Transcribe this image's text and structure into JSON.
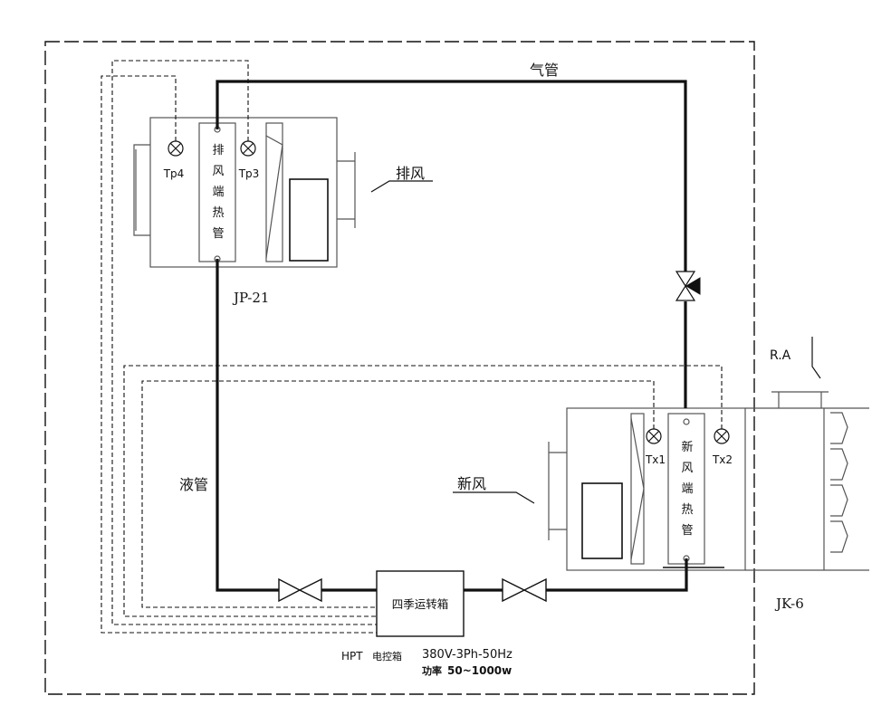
{
  "labels": {
    "gas_pipe": "气管",
    "liquid_pipe": "液管",
    "exhaust_air": "排风",
    "fresh_air": "新风",
    "return_air": "R.A",
    "unit_jp": "JP-21",
    "unit_jk": "JK-6",
    "exhaust_heat_pipe": [
      "排",
      "风",
      "端",
      "热",
      "管"
    ],
    "fresh_heat_pipe": [
      "新",
      "风",
      "端",
      "热",
      "管"
    ],
    "control_box": "四季运转箱",
    "hpt": "HPT",
    "control_box_caption": "电控箱",
    "power_spec": "380V-3Ph-50Hz",
    "power_label": "功率",
    "power_range": "50~1000w"
  },
  "sensors": {
    "tp4": "Tp4",
    "tp3": "Tp3",
    "tx1": "Tx1",
    "tx2": "Tx2"
  },
  "icons": {
    "sensor": "sensor-x-circle-icon",
    "valve": "bowtie-valve-icon",
    "check_valve": "check-valve-icon"
  }
}
